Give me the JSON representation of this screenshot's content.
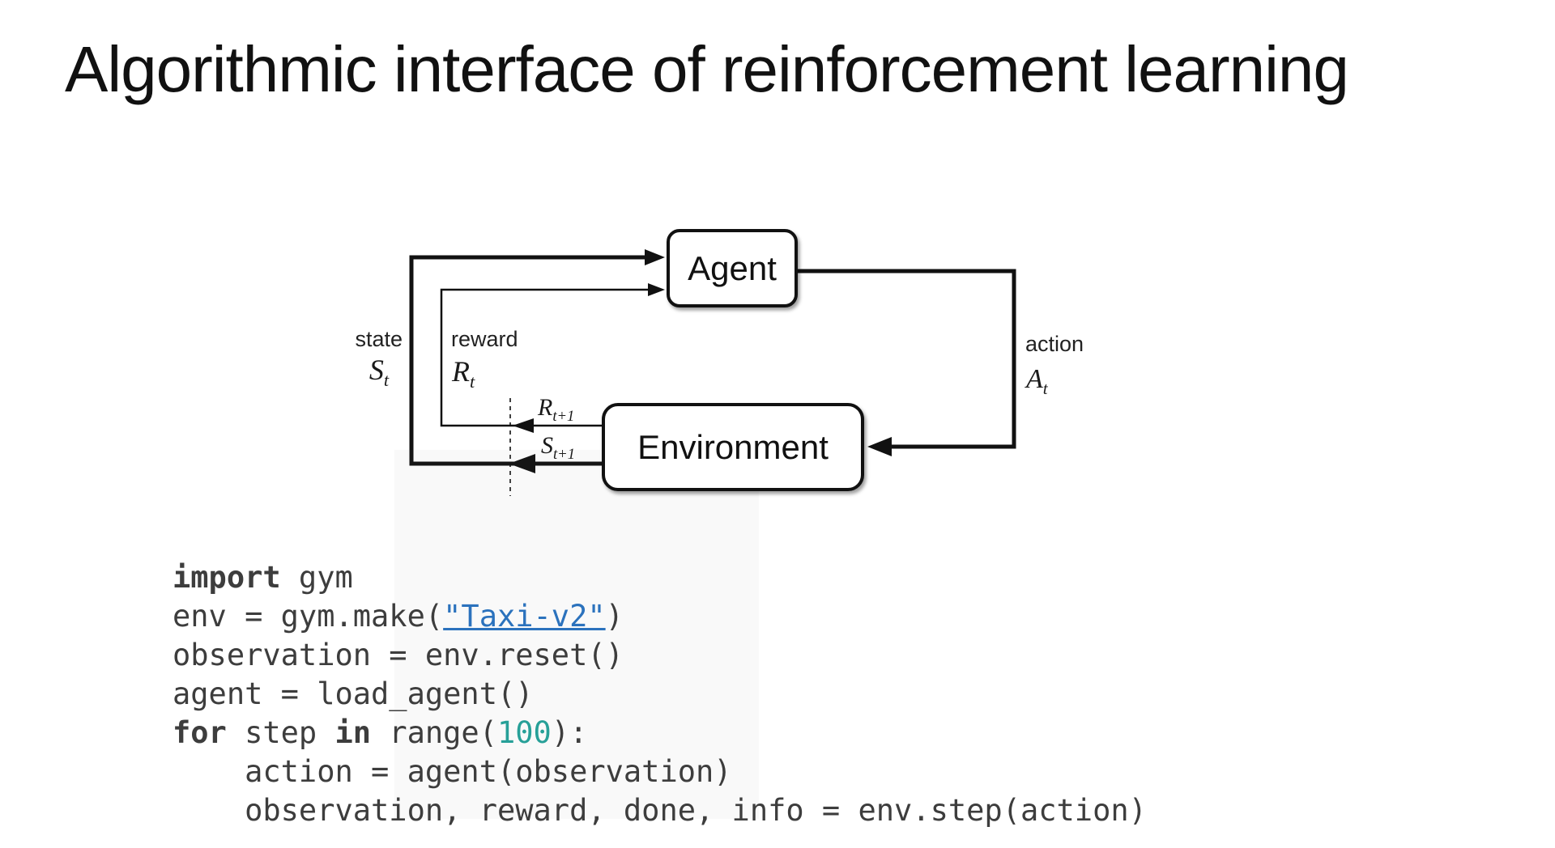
{
  "slide": {
    "title": "Algorithmic interface of reinforcement learning"
  },
  "diagram": {
    "agent": "Agent",
    "environment": "Environment",
    "labels": {
      "state": "state",
      "reward": "reward",
      "action": "action"
    },
    "symbols": {
      "state": {
        "base": "S",
        "sub": "t"
      },
      "reward": {
        "base": "R",
        "sub": "t"
      },
      "action": {
        "base": "A",
        "sub": "t"
      },
      "next_reward": {
        "base": "R",
        "sub": "t+1"
      },
      "next_state": {
        "base": "S",
        "sub": "t+1"
      }
    }
  },
  "code": {
    "language": "python",
    "lines": [
      [
        {
          "t": "import",
          "s": "kw"
        },
        {
          "t": " gym",
          "s": ""
        }
      ],
      [
        {
          "t": "env = gym.make(",
          "s": ""
        },
        {
          "t": "\"Taxi-v2\"",
          "s": "link"
        },
        {
          "t": ")",
          "s": ""
        }
      ],
      [
        {
          "t": "observation = env.reset()",
          "s": ""
        }
      ],
      [
        {
          "t": "agent = load_agent()",
          "s": ""
        }
      ],
      [
        {
          "t": "for",
          "s": "kw"
        },
        {
          "t": " step ",
          "s": ""
        },
        {
          "t": "in",
          "s": "kw"
        },
        {
          "t": " range(",
          "s": ""
        },
        {
          "t": "100",
          "s": "num"
        },
        {
          "t": "):",
          "s": ""
        }
      ],
      [
        {
          "t": "    action = agent(observation)",
          "s": ""
        }
      ],
      [
        {
          "t": "    observation, reward, done, info = env.step(action)",
          "s": ""
        }
      ]
    ]
  },
  "colors": {
    "code-text": "#3d3d3d",
    "link-blue": "#2b72bd",
    "number-teal": "#27a098",
    "line-black": "#111111"
  }
}
